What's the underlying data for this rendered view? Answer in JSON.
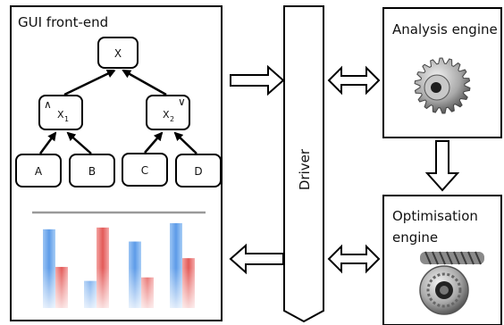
{
  "gui": {
    "title": "GUI front-end",
    "tree": {
      "root": "X",
      "x1": "X",
      "x1_sub": "1",
      "x2": "X",
      "x2_sub": "2",
      "and_symbol": "∧",
      "or_symbol": "∨",
      "leaves": [
        "A",
        "B",
        "C",
        "D"
      ]
    },
    "chart": {
      "groups": 4,
      "blue_bars": [
        0.9,
        0.31,
        0.76,
        0.97
      ],
      "red_bars": [
        0.47,
        0.92,
        0.35,
        0.57
      ],
      "blue_color": "#6fa8ec",
      "red_color": "#e8706e"
    }
  },
  "driver": {
    "label": "Driver"
  },
  "analysis": {
    "title": "Analysis engine",
    "icon": "gear-icon"
  },
  "optimisation": {
    "title_line1": "Optimisation",
    "title_line2": "engine",
    "icon": "worm-gear-icon"
  }
}
